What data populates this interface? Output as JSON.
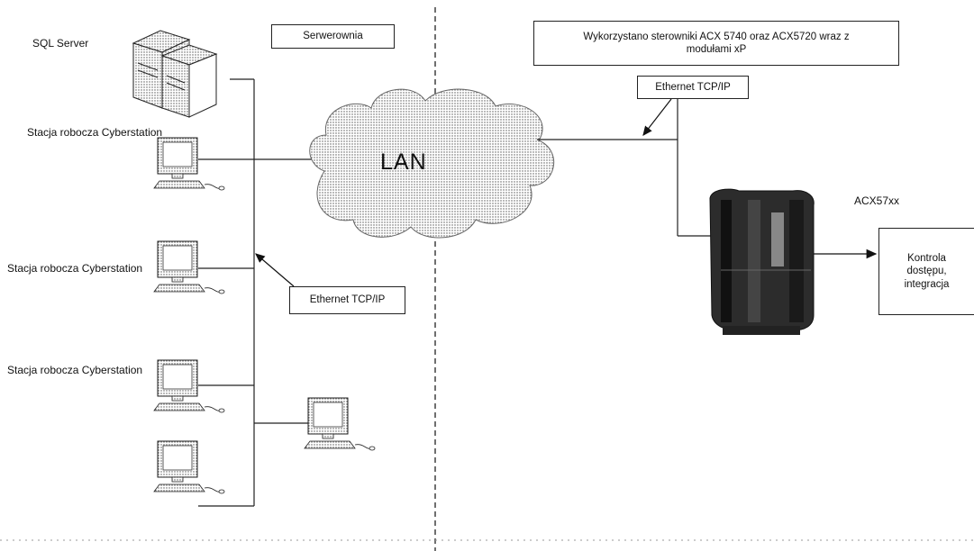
{
  "labels": {
    "sql_server": "SQL Server",
    "workstation_top": "Stacja robocza Cyberstation",
    "workstation_mid": "Stacja robocza Cyberstation",
    "workstation_low": "Stacja robocza Cyberstation",
    "acx_device": "ACX57xx"
  },
  "boxes": {
    "serverroom": "Serwerownia",
    "controllers_note_line1": "Wykorzystano sterowniki ACX 5740 oraz ACX5720 wraz z",
    "controllers_note_line2": "modułami xP",
    "ethernet_right": "Ethernet TCP/IP",
    "ethernet_left": "Ethernet TCP/IP",
    "access_line1": "Kontrola",
    "access_line2": "dostępu,",
    "access_line3": "integracja"
  },
  "cloud_label": "LAN",
  "icons": [
    "server-icon",
    "workstation-icon",
    "cloud-icon",
    "controller-icon",
    "arrow-icon"
  ]
}
